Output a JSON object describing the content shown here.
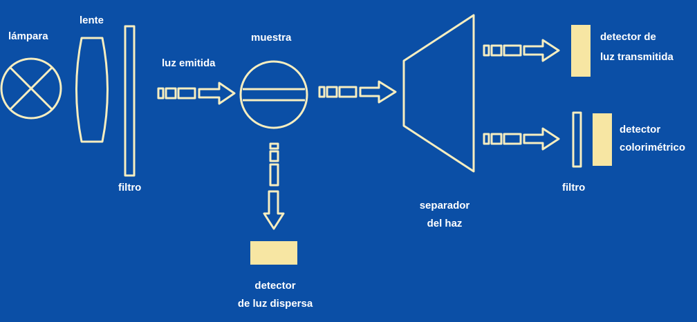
{
  "labels": {
    "lamp": "lámpara",
    "lens": "lente",
    "filter_top": "filtro",
    "emitted_light": "luz emitida",
    "sample": "muestra",
    "scatter_detector_line1": "detector",
    "scatter_detector_line2": "de luz dispersa",
    "splitter_line1": "separador",
    "splitter_line2": "del haz",
    "transmitted_detector_line1": "detector de",
    "transmitted_detector_line2": "luz transmitida",
    "colorimetric_detector_line1": "detector",
    "colorimetric_detector_line2": "colorimétrico",
    "filter_bottom": "filtro"
  },
  "colors": {
    "background": "#0b4fa6",
    "stroke": "#f7eec0",
    "detector_fill": "#f7e6a3",
    "text": "#ffffff"
  }
}
